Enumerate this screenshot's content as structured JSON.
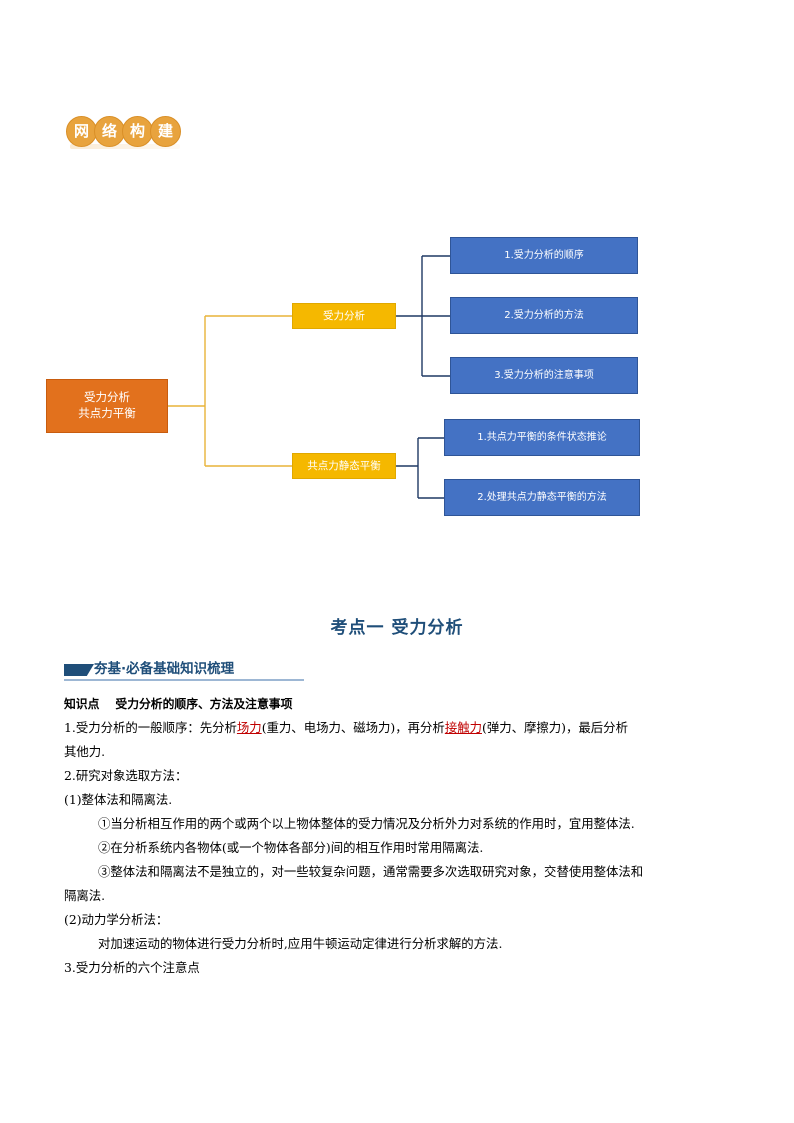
{
  "badge": {
    "name": "network-construction-badge",
    "chars": [
      "网",
      "络",
      "构",
      "建"
    ],
    "color": "#e8a33d"
  },
  "mindmap": {
    "root": {
      "line1": "受力分析",
      "line2": "共点力平衡",
      "color": "#e2711d"
    },
    "branches": [
      {
        "label": "受力分析",
        "color": "#f5b800",
        "children": [
          "1.受力分析的顺序",
          "2.受力分析的方法",
          "3.受力分析的注意事项"
        ]
      },
      {
        "label": "共点力静态平衡",
        "color": "#f5b800",
        "children": [
          "1.共点力平衡的条件状态推论",
          "2.处理共点力静态平衡的方法"
        ]
      }
    ],
    "leaf_color": "#4472c4",
    "connector_orange": "#e8b339",
    "connector_navy": "#1f3864"
  },
  "exam_heading": "考点一  受力分析",
  "sub_header": {
    "title": "夯基·必备基础知识梳理",
    "accent": "#1f4e79"
  },
  "content": {
    "knowledge_point_label": "知识点",
    "knowledge_point_title": "受力分析的顺序、方法及注意事项",
    "item1_a": "1.受力分析的一般顺序：先分析",
    "item1_hl1": "场力",
    "item1_b": "(重力、电场力、磁场力)，再分析",
    "item1_hl2": "接触力",
    "item1_c": "(弹力、摩擦力)，最后分析",
    "item1_wrap": "其他力.",
    "item2": "2.研究对象选取方法：",
    "item2_1": "(1)整体法和隔离法.",
    "item2_1_a": "①当分析相互作用的两个或两个以上物体整体的受力情况及分析外力对系统的作用时，宜用整体法.",
    "item2_1_b": "②在分析系统内各物体(或一个物体各部分)间的相互作用时常用隔离法.",
    "item2_1_c": "③整体法和隔离法不是独立的，对一些较复杂问题，通常需要多次选取研究对象，交替使用整体法和",
    "item2_1_c_wrap": "隔离法.",
    "item2_2": "(2)动力学分析法：",
    "item2_2_a": "对加速运动的物体进行受力分析时,应用牛顿运动定律进行分析求解的方法.",
    "item3": "3.受力分析的六个注意点"
  }
}
